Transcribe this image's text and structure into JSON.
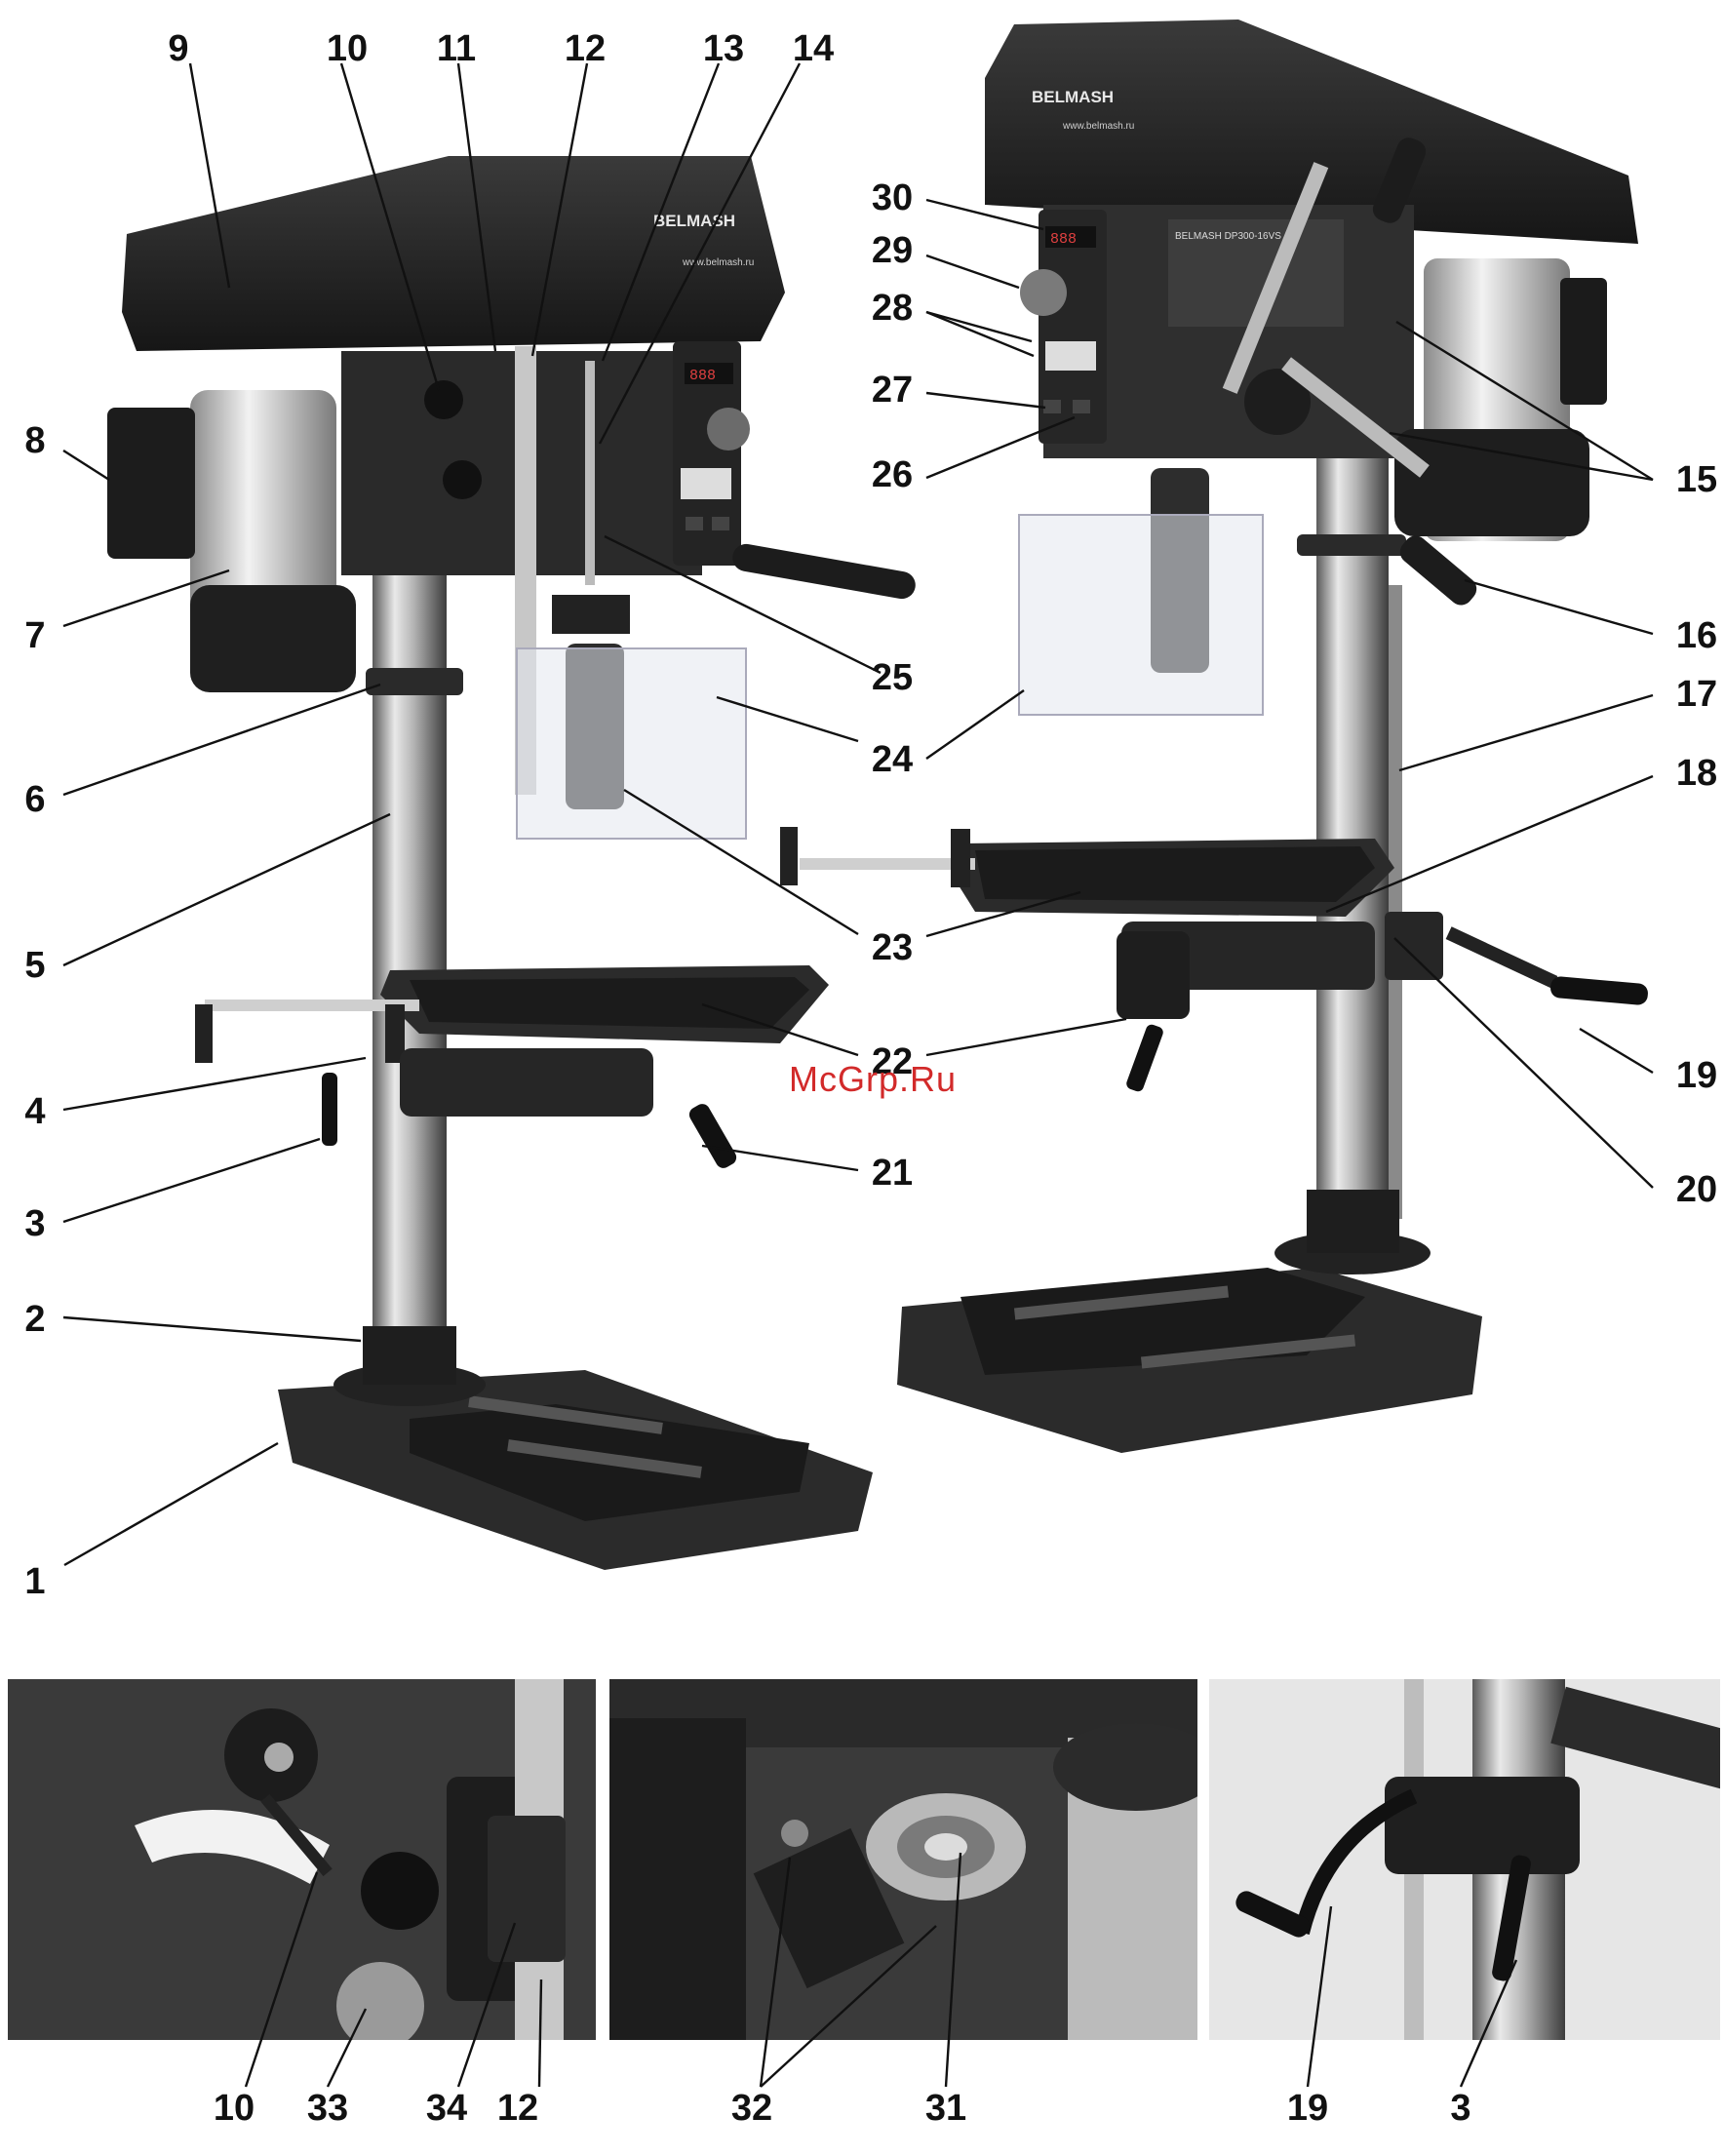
{
  "watermark": "McGrp.Ru",
  "brand": {
    "logo_text": "BELMASH",
    "logo_mark": "®",
    "website": "www.belmash.ru",
    "plate_model": "BELMASH DP300-16VS"
  },
  "callouts_main": [
    "1",
    "2",
    "3",
    "4",
    "5",
    "6",
    "7",
    "8",
    "9",
    "10",
    "11",
    "12",
    "13",
    "14",
    "15",
    "16",
    "17",
    "18",
    "19",
    "20",
    "21",
    "22",
    "23",
    "24",
    "25",
    "26",
    "27",
    "28",
    "29",
    "30"
  ],
  "callouts_detail": {
    "panel1": [
      "10",
      "33",
      "34",
      "12"
    ],
    "panel2": [
      "32",
      "31"
    ],
    "panel3": [
      "19",
      "3"
    ]
  },
  "display_readout": "888"
}
